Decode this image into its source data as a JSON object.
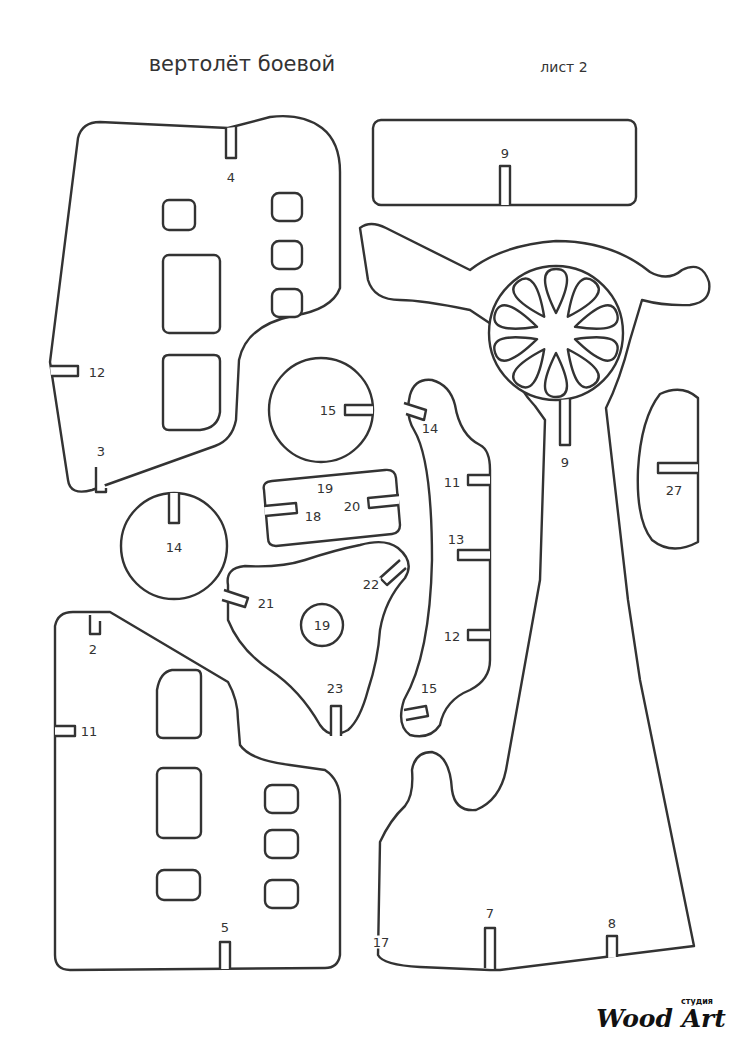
{
  "diagram": {
    "title": "вертолёт боевой",
    "labels": [
      "лист 2",
      "4",
      "9",
      "12",
      "3",
      "15",
      "14",
      "11",
      "9",
      "27",
      "19",
      "20",
      "18",
      "14",
      "13",
      "22",
      "21",
      "19",
      "12",
      "2",
      "15",
      "23",
      "11",
      "5",
      "7",
      "8",
      "17",
      "студия",
      "Wood Art"
    ]
  }
}
